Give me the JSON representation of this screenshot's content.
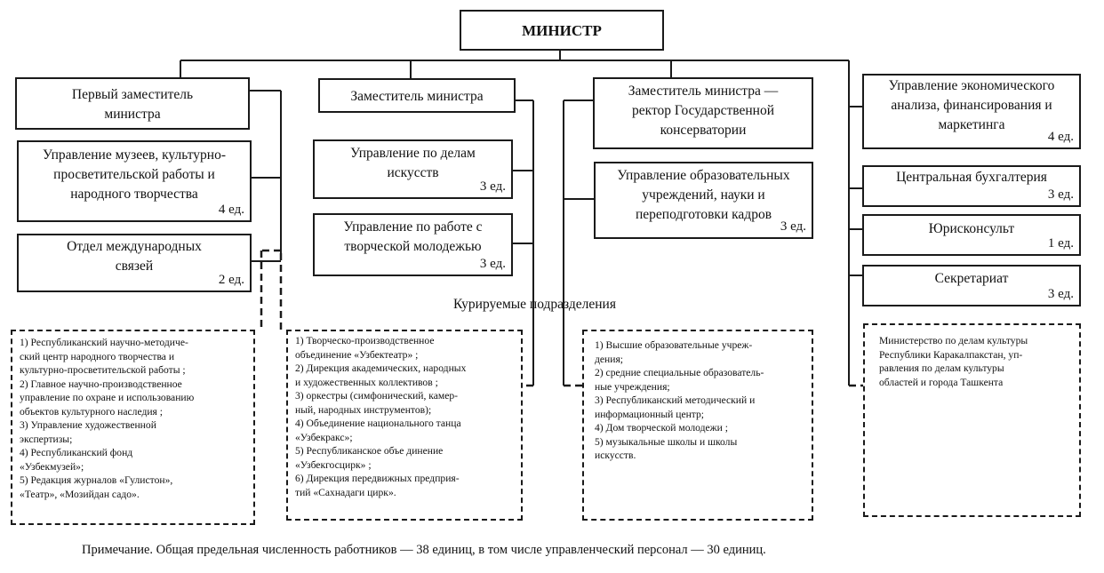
{
  "minister": "МИНИСТР",
  "first_deputy": "Первый заместитель\nминистра",
  "museums_dept": {
    "name": "Управление музеев, культурно-\nпросветительской работы и\nнародного творчества",
    "count": "4 ед."
  },
  "intl_dept": {
    "name": "Отдел международных\nсвязей",
    "count": "2 ед."
  },
  "deputy": "Заместитель министра",
  "arts_dept": {
    "name": "Управление по делам\nискусств",
    "count": "3 ед."
  },
  "youth_dept": {
    "name": "Управление по работе с\nтворческой молодежью",
    "count": "3 ед."
  },
  "deputy_rector": "Заместитель министра —\nректор Государственной\nконсерватории",
  "education_dept": {
    "name": "Управление образовательных\nучреждений, науки и\nпереподготовки кадров",
    "count": "3 ед."
  },
  "economics_dept": {
    "name": "Управление экономического\nанализа, финансирования и\nмаркетинга",
    "count": "4 ед."
  },
  "accounting": {
    "name": "Центральная бухгалтерия",
    "count": "3 ед."
  },
  "legal": {
    "name": "Юрисконсульт",
    "count": "1 ед."
  },
  "secretariat": {
    "name": "Секретариат",
    "count": "3 ед."
  },
  "supervised_label": "Курируемые подразделения",
  "supervised": {
    "col1": "1) Республиканский научно-методиче-\nский центр народного творчества и\nкультурно-просветительской работы ;\n2) Главное научно-производственное\nуправление по охране и использованию\nобъектов культурного наследия ;\n3) Управление художественной\nэкспертизы;\n4) Республиканский фонд\n«Узбекмузей»;\n5) Редакция журналов «Гулистон»,\n«Театр», «Мозийдан садо».",
    "col2": "1) Творческо-производственное\nобъединение «Узбектеатр» ;\n2) Дирекция академических, народных\nи художественных коллективов ;\n3) оркестры (симфонический, камер-\nный, народных инструментов);\n4) Объединение национального танца\n«Узбекракс»;\n5) Республиканское объе динение\n«Узбекгосцирк» ;\n6) Дирекция передвижных предприя-\nтий «Сахнадаги цирк».",
    "col3": "1) Высшие образовательные учреж-\nдения;\n2) средние специальные образователь-\nные учреждения;\n3) Республиканский методический и\nинформационный центр;\n4) Дом творческой молодежи ;\n5) музыкальные школы и школы\nискусств.",
    "col4": "Министерство по делам культуры\nРеспублики Каракалпакстан, уп-\nравления по делам культуры\nобластей и города Ташкента"
  },
  "note": "Примечание. Общая предельная численность работников — 38 единиц, в том числе управленческий персонал — 30 единиц."
}
